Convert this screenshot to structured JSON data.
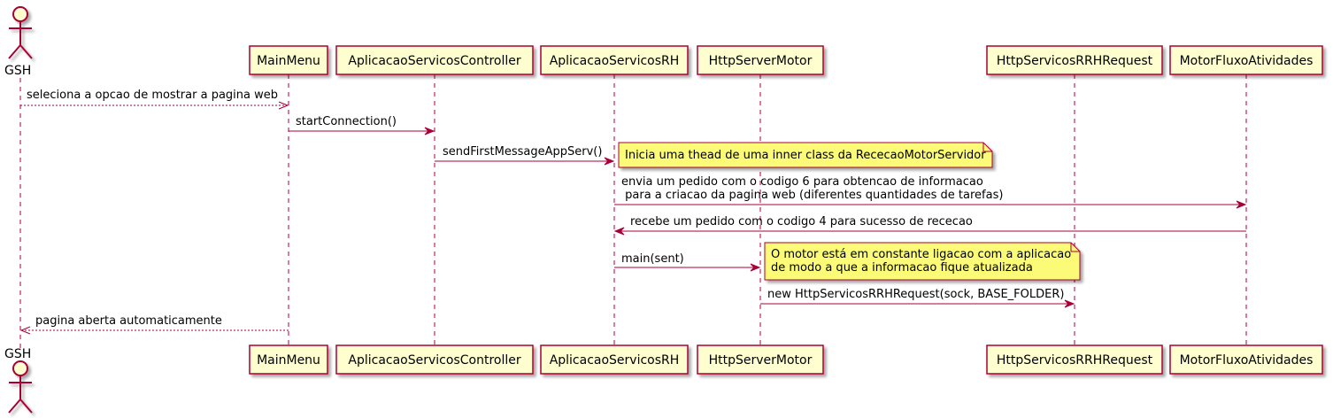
{
  "diagram": {
    "type": "sequence",
    "actor": {
      "label": "GSH"
    },
    "participants": [
      "MainMenu",
      "AplicacaoServicosController",
      "AplicacaoServicosRH",
      "HttpServerMotor",
      "HttpServicosRRHRequest",
      "MotorFluxoAtividades"
    ],
    "messages": [
      {
        "lines": [
          "seleciona a opcao de mostrar a pagina web"
        ],
        "style": "dashed"
      },
      {
        "lines": [
          "startConnection()"
        ],
        "style": "solid"
      },
      {
        "lines": [
          "sendFirstMessageAppServ()"
        ],
        "style": "solid"
      },
      {
        "lines": [
          "envia um pedido com o codigo 6 para obtencao de informacao",
          " para a criacao da pagina web (diferentes quantidades de tarefas)"
        ],
        "style": "solid"
      },
      {
        "lines": [
          "recebe um pedido com o codigo 4 para sucesso de rececao"
        ],
        "style": "solid"
      },
      {
        "lines": [
          "main(sent)"
        ],
        "style": "solid"
      },
      {
        "lines": [
          "new HttpServicosRRHRequest(sock, BASE_FOLDER)"
        ],
        "style": "solid"
      },
      {
        "lines": [
          "pagina aberta automaticamente"
        ],
        "style": "dashed"
      }
    ],
    "notes": [
      {
        "lines": [
          "Inicia uma thead de uma inner class da RececaoMotorServidor"
        ]
      },
      {
        "lines": [
          "O motor está em constante ligacao com a aplicacao",
          "de modo a que a informacao fique atualizada"
        ]
      }
    ],
    "colors": {
      "line": "#A80036",
      "box_fill": "#FEFECE",
      "note_fill": "#FBFB77"
    }
  }
}
